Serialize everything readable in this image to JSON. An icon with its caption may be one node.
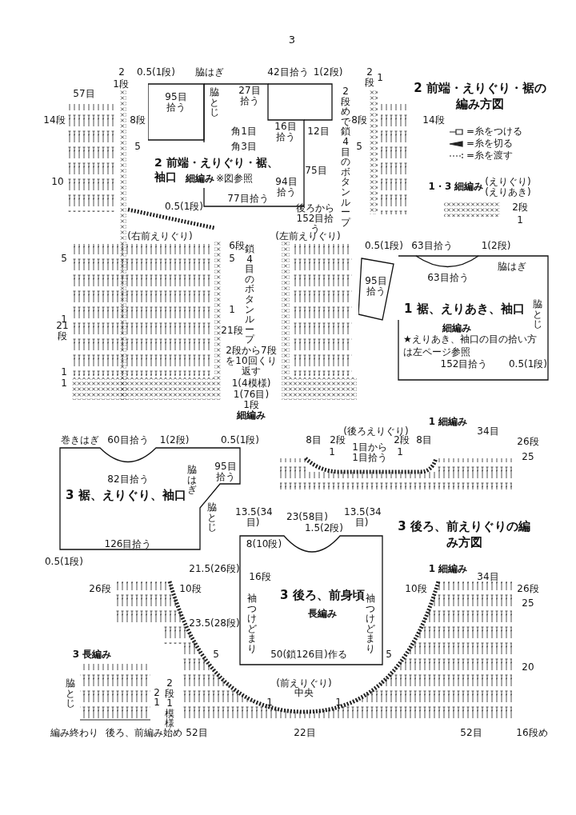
{
  "diagram": {
    "nodes": [
      {
        "text": [
          "2 前端・えりぐり・裾、袖口",
          "細編み",
          "※図参照"
        ]
      },
      {
        "text": [
          "1 裾、えりあき、袖口",
          "細編み",
          "★えりあき、袖口の目の拾い方は左ページ参照"
        ]
      },
      {
        "text": [
          "3 裾、えりぐり、袖口"
        ]
      },
      {
        "text": [
          "3 後ろ、前身頃",
          "長編み"
        ]
      }
    ],
    "edges": [],
    "labels": [
      "3",
      "2",
      "0.5(1段)",
      "脇はぎ",
      "42目拾う",
      "1(2段)",
      "2段",
      "1",
      "1段",
      "57目",
      "27目拾う",
      "2 前端・えりぐり・裾の編み方図",
      "95目拾う",
      "脇とじ",
      "14段",
      "8段",
      "8段",
      "14段",
      "角1目",
      "16目拾う",
      "12目",
      "5",
      "角3目",
      "5",
      "2段めで鎖4目のボタンループ",
      "75目",
      "10",
      "(えりぐり)",
      "94目拾う",
      "1・3 細編み",
      "(えりあき)",
      "77目拾う",
      "0.5(1段)",
      "2段",
      "後ろから152目拾う",
      "1",
      "(右前えりぐり)",
      "(左前えりぐり)",
      "6段",
      "0.5(1段)",
      "63目拾う",
      "1(2段)",
      "5",
      "5",
      "脇はぎ",
      "63目拾う",
      "95目拾う",
      "鎖4目のボタンループ",
      "1",
      "脇とじ",
      "1",
      "21段",
      "21段",
      "2段から7段を10回くり返す",
      "152目拾う",
      "0.5(1段)",
      "1",
      "1",
      "1(4模様)",
      "1(76目)",
      "1段",
      "細編み",
      "1 細編み",
      "(後ろえりぐり)",
      "34目",
      "巻きはぎ",
      "60目拾う",
      "1(2段)",
      "0.5(1段)",
      "8目",
      "2段",
      "2段",
      "8目",
      "26段",
      "1",
      "1目から1目拾う",
      "1",
      "25",
      "95目拾う",
      "82目拾う",
      "脇はぎ",
      "脇とじ",
      "13.5(34目)",
      "23(58目)",
      "13.5(34目)",
      "1.5(2段)",
      "3 後ろ、前えりぐりの編み方図",
      "126目拾う",
      "8(10段)",
      "0.5(1段)",
      "21.5(26段)",
      "1 細編み",
      "16段",
      "34目",
      "26段",
      "10段",
      "10段",
      "26段",
      "25",
      "23.5(28段)",
      "袖つけどまり",
      "袖つけどまり",
      "3 長編み",
      "5",
      "50(鎖126目)作る",
      "5",
      "20",
      "(前えりぐり)",
      "脇とじ",
      "2",
      "中央",
      "1",
      "2段1模様",
      "1",
      "1",
      "編み終わり",
      "後ろ、前編み始め",
      "52目",
      "22目",
      "52目",
      "16段め"
    ],
    "legend": [
      {
        "text": "=糸をつける"
      },
      {
        "text": "=糸を切る"
      },
      {
        "text": "=糸を渡す"
      }
    ]
  }
}
